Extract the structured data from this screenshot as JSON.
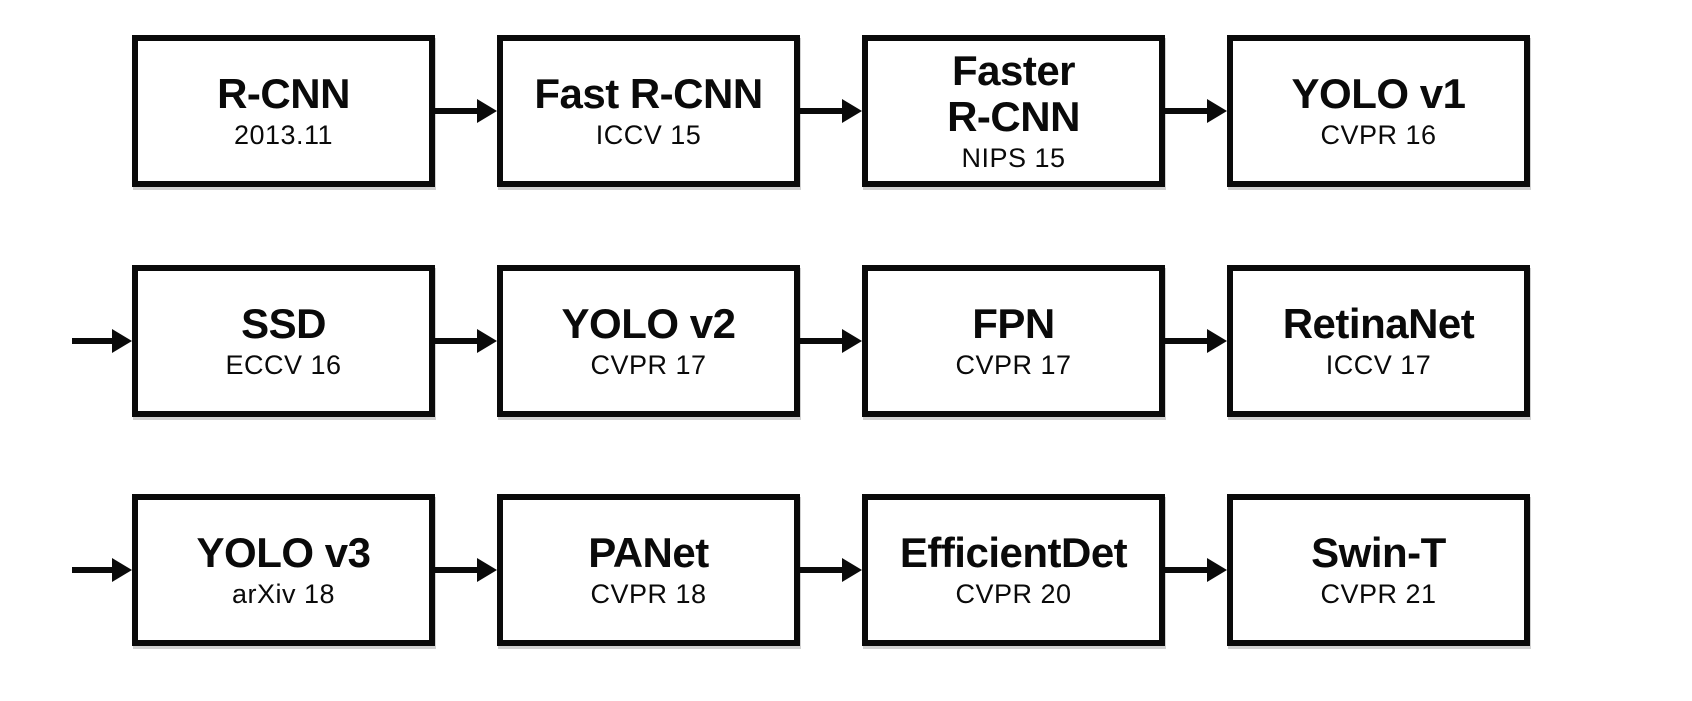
{
  "colors": {
    "ink": "#0a0a0a",
    "background": "#ffffff",
    "box_fill": "#ffffff"
  },
  "rows": [
    {
      "boxes": [
        {
          "title": "R-CNN",
          "subtitle": "2013.11"
        },
        {
          "title": "Fast R-CNN",
          "subtitle": "ICCV 15"
        },
        {
          "title": "Faster\nR-CNN",
          "subtitle": "NIPS 15"
        },
        {
          "title": "YOLO v1",
          "subtitle": "CVPR 16"
        }
      ]
    },
    {
      "boxes": [
        {
          "title": "SSD",
          "subtitle": "ECCV 16"
        },
        {
          "title": "YOLO v2",
          "subtitle": "CVPR 17"
        },
        {
          "title": "FPN",
          "subtitle": "CVPR 17"
        },
        {
          "title": "RetinaNet",
          "subtitle": "ICCV 17"
        }
      ]
    },
    {
      "boxes": [
        {
          "title": "YOLO v3",
          "subtitle": "arXiv 18"
        },
        {
          "title": "PANet",
          "subtitle": "CVPR 18"
        },
        {
          "title": "EfficientDet",
          "subtitle": "CVPR 20"
        },
        {
          "title": "Swin-T",
          "subtitle": "CVPR 21"
        }
      ]
    }
  ]
}
